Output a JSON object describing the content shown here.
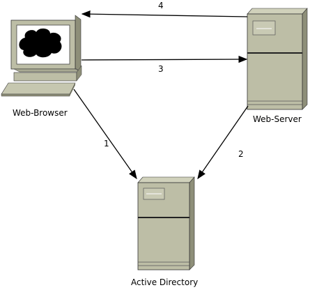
{
  "nodes": {
    "browser": {
      "label": "Web-Browser",
      "icon": "desktop-computer-icon"
    },
    "server": {
      "label": "Web-Server",
      "icon": "tower-server-icon"
    },
    "directory": {
      "label": "Active Directory",
      "icon": "tower-server-icon"
    }
  },
  "edges": [
    {
      "from": "browser",
      "to": "directory",
      "label": "1"
    },
    {
      "from": "server",
      "to": "directory",
      "label": "2"
    },
    {
      "from": "browser",
      "to": "server",
      "label": "3"
    },
    {
      "from": "server",
      "to": "browser",
      "label": "4"
    }
  ],
  "colors": {
    "case": "#bdbea6",
    "case_shadow": "#8e8f79",
    "case_dark": "#6f705e",
    "line": "#000000",
    "screen_bg": "#ffffff",
    "cloud": "#000000"
  }
}
